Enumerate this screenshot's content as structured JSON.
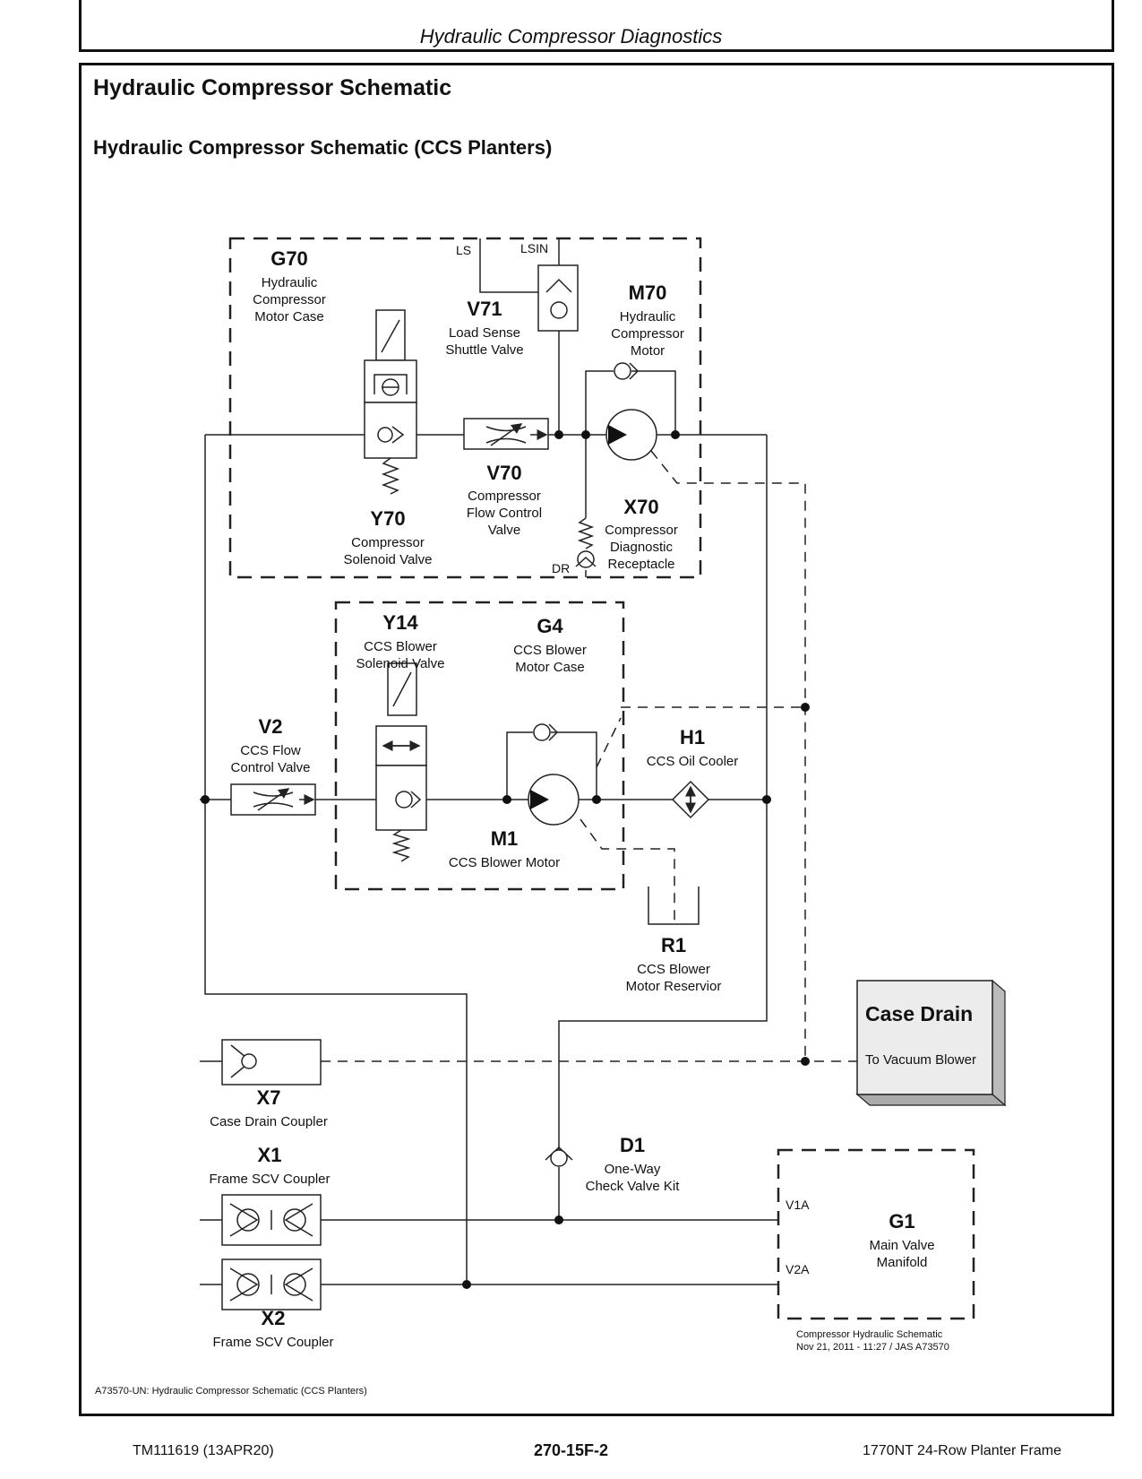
{
  "header": {
    "section": "Hydraulic Compressor Diagnostics"
  },
  "page": {
    "title": "Hydraulic Compressor Schematic",
    "subtitle": "Hydraulic Compressor Schematic (CCS Planters)"
  },
  "components": {
    "G70": {
      "id": "G70",
      "lines": [
        "Hydraulic",
        "Compressor",
        "Motor Case"
      ]
    },
    "V71": {
      "id": "V71",
      "lines": [
        "Load Sense",
        "Shuttle Valve"
      ]
    },
    "M70": {
      "id": "M70",
      "lines": [
        "Hydraulic",
        "Compressor",
        "Motor"
      ]
    },
    "V70": {
      "id": "V70",
      "lines": [
        "Compressor",
        "Flow Control",
        "Valve"
      ]
    },
    "Y70": {
      "id": "Y70",
      "lines": [
        "Compressor",
        "Solenoid Valve"
      ]
    },
    "X70": {
      "id": "X70",
      "lines": [
        "Compressor",
        "Diagnostic",
        "Receptacle"
      ]
    },
    "Y14": {
      "id": "Y14",
      "lines": [
        "CCS Blower",
        "Solenoid Valve"
      ]
    },
    "G4": {
      "id": "G4",
      "lines": [
        "CCS Blower",
        "Motor Case"
      ]
    },
    "V2": {
      "id": "V2",
      "lines": [
        "CCS Flow",
        "Control Valve"
      ]
    },
    "H1": {
      "id": "H1",
      "lines": [
        "CCS Oil Cooler"
      ]
    },
    "M1": {
      "id": "M1",
      "lines": [
        "CCS Blower Motor"
      ]
    },
    "R1": {
      "id": "R1",
      "lines": [
        "CCS Blower",
        "Motor Reservior"
      ]
    },
    "X7": {
      "id": "X7",
      "lines": [
        "Case Drain Coupler"
      ]
    },
    "X1": {
      "id": "X1",
      "lines": [
        "Frame SCV Coupler"
      ]
    },
    "X2": {
      "id": "X2",
      "lines": [
        "Frame SCV Coupler"
      ]
    },
    "D1": {
      "id": "D1",
      "lines": [
        "One-Way",
        "Check Valve Kit"
      ]
    },
    "G1": {
      "id": "G1",
      "lines": [
        "Main Valve",
        "Manifold"
      ]
    }
  },
  "ports": {
    "ls": "LS",
    "lsin": "LSIN",
    "dr": "DR",
    "v1a": "V1A",
    "v2a": "V2A"
  },
  "case_drain": {
    "title": "Case Drain",
    "subtitle": "To Vacuum Blower"
  },
  "stamp": {
    "line1": "Compressor Hydraulic Schematic",
    "line2": "Nov 21, 2011  -  11:27 / JAS A73570"
  },
  "figure_caption": "A73570-UN: Hydraulic Compressor Schematic (CCS Planters)",
  "footer": {
    "left": "TM111619 (13APR20)",
    "center": "270-15F-2",
    "right": "1770NT 24-Row Planter Frame"
  }
}
